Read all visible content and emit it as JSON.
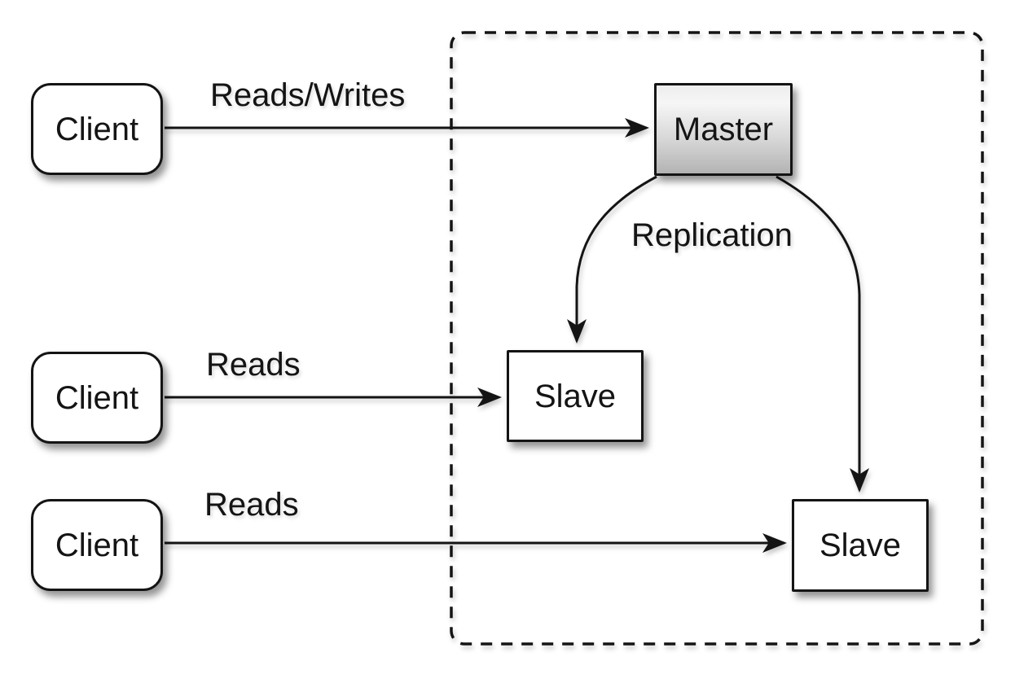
{
  "nodes": {
    "client1": {
      "label": "Client"
    },
    "client2": {
      "label": "Client"
    },
    "client3": {
      "label": "Client"
    },
    "master": {
      "label": "Master"
    },
    "slave1": {
      "label": "Slave"
    },
    "slave2": {
      "label": "Slave"
    }
  },
  "edge_labels": {
    "client1_to_master": "Reads/Writes",
    "client2_to_slave1": "Reads",
    "client3_to_slave2": "Reads",
    "master_to_slaves": "Replication"
  },
  "colors": {
    "stroke": "#141414",
    "node_fill": "#ffffff",
    "master_gradient_top": "#f2f2f2",
    "master_gradient_bottom": "#b3b3b3",
    "background": "#ffffff"
  }
}
